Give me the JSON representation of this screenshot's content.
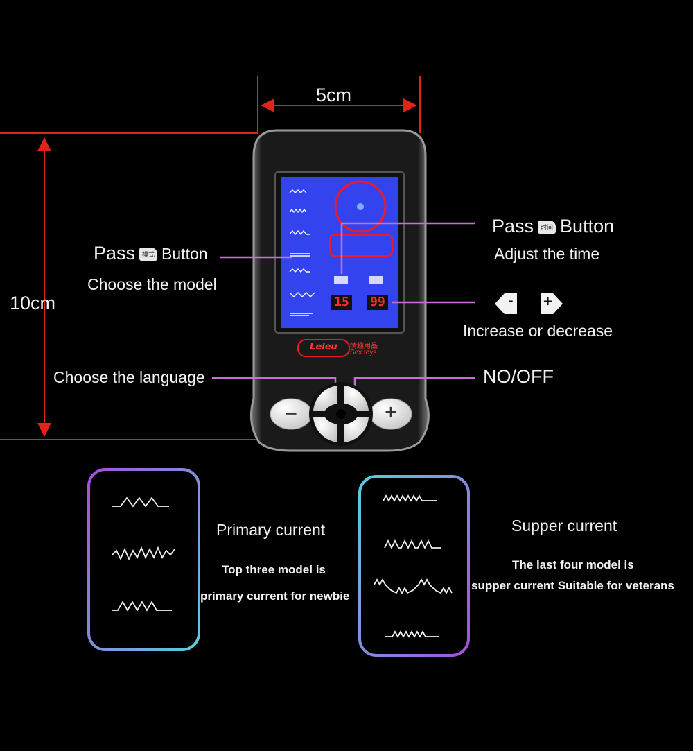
{
  "dimensions": {
    "width_label": "5cm",
    "height_label": "10cm"
  },
  "callouts": {
    "left_pass": {
      "word": "Pass",
      "chip": "模式",
      "suffix": "Button",
      "sub": "Choose the model"
    },
    "right_pass": {
      "word": "Pass",
      "chip": "时间",
      "suffix": "Button",
      "sub": "Adjust the time"
    },
    "adjust": {
      "minus": "-",
      "plus": "+",
      "text": "Increase or decrease"
    },
    "language": "Choose the language",
    "power": "NO/OFF"
  },
  "device": {
    "screen_time_left": "15",
    "screen_time_right": "99",
    "brand_logo": "Leleu",
    "brand_text_cn": "情趣用品",
    "brand_sub": "Sex  toys",
    "btn_minus": "−",
    "btn_plus": "+"
  },
  "modes": {
    "primary": {
      "title": "Primary current",
      "desc_line1": "Top three model is",
      "desc_line2": "primary current for newbie"
    },
    "supper": {
      "title": "Supper  current",
      "desc_line1": "The last four model is",
      "desc_line2": "supper current Suitable for veterans"
    }
  },
  "colors": {
    "dimension_line": "#e2231a",
    "callout_line": "#c76fd6",
    "box_gradient_a": "#a64fd8",
    "box_gradient_b": "#5ccce2",
    "screen": "#3344ee"
  }
}
